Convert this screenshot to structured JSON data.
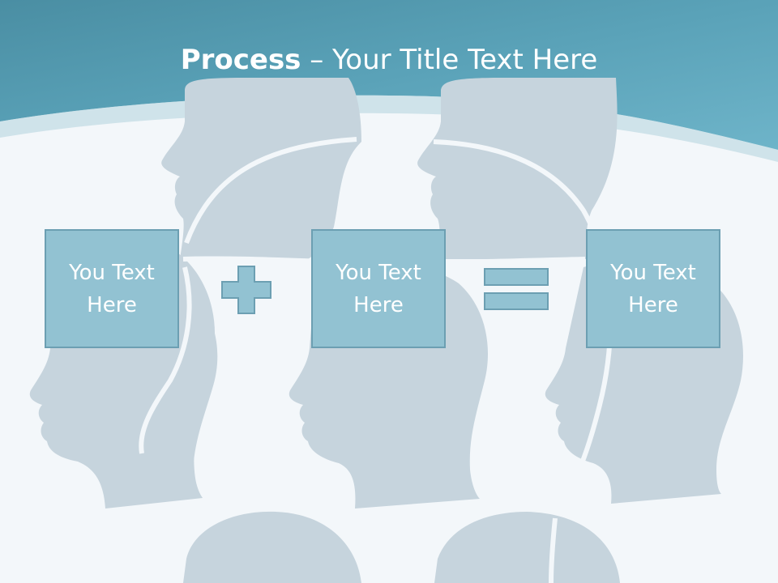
{
  "slide": {
    "title_bold": "Process",
    "title_rest": " – Your Title Text Here",
    "boxes": [
      {
        "text": "You Text Here"
      },
      {
        "text": "You Text Here"
      },
      {
        "text": "You Text Here"
      }
    ],
    "operators": [
      "plus-icon",
      "equals-icon"
    ],
    "colors": {
      "header": "#5aa2b8",
      "box_fill": "#92c2d2",
      "box_border": "#6c9fb2",
      "silhouette": "#c6d4dd",
      "background": "#f3f7fa"
    }
  }
}
